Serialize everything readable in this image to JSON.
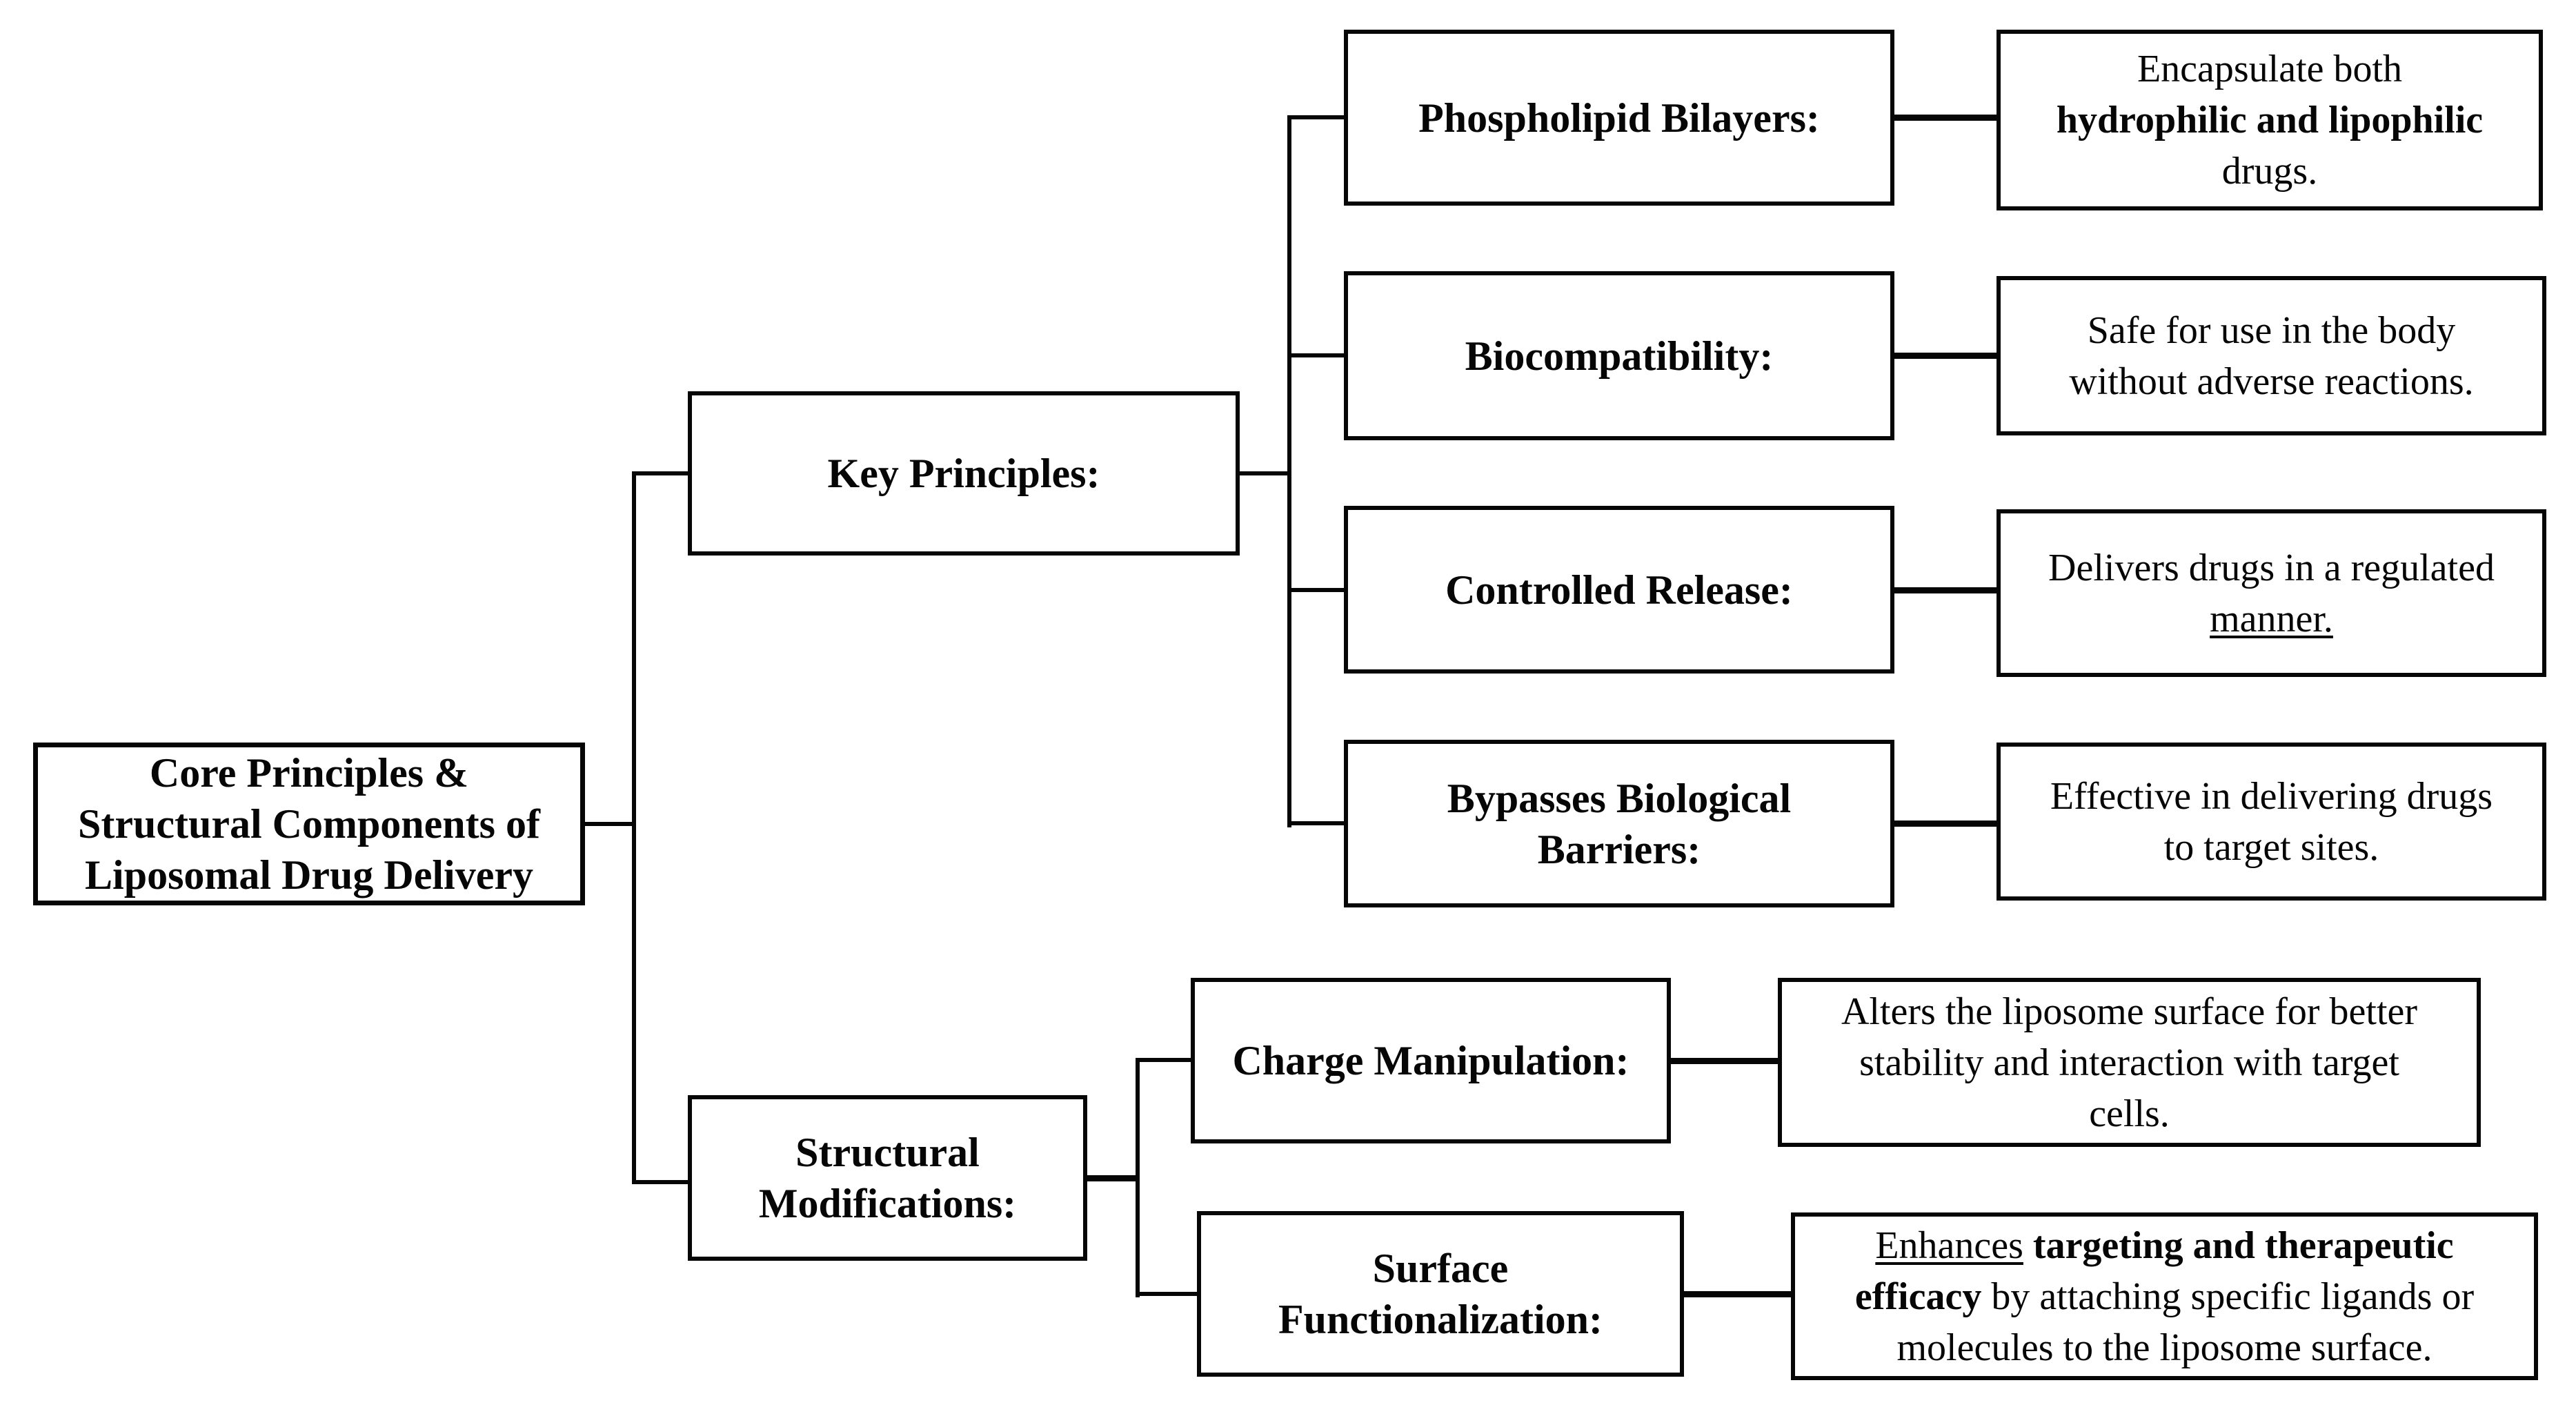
{
  "colors": {
    "ink": "#060606",
    "background": "#ffffff"
  },
  "diagram": {
    "root": {
      "lines": [
        "Core Principles &",
        "Structural Components of",
        "Liposomal Drug Delivery"
      ]
    },
    "branches": {
      "key_principles": {
        "lines": [
          "Key Principles:"
        ]
      },
      "structural_modifications": {
        "lines": [
          "Structural",
          "Modifications:"
        ]
      }
    },
    "key_principles_items": [
      {
        "label_lines": [
          "Phospholipid Bilayers:"
        ],
        "desc_lines": [
          [
            {
              "t": "Encapsulate both"
            }
          ],
          [
            {
              "t": "hydrophilic and lipophilic",
              "b": true
            }
          ],
          [
            {
              "t": "drugs."
            }
          ]
        ]
      },
      {
        "label_lines": [
          "Biocompatibility:"
        ],
        "desc_lines": [
          [
            {
              "t": "Safe for use in the body"
            }
          ],
          [
            {
              "t": "without adverse reactions."
            }
          ]
        ]
      },
      {
        "label_lines": [
          "Controlled Release:"
        ],
        "desc_lines": [
          [
            {
              "t": "Delivers drugs in a regulated"
            }
          ],
          [
            {
              "t": "manner.",
              "u": true
            }
          ]
        ]
      },
      {
        "label_lines": [
          "Bypasses Biological",
          "Barriers:"
        ],
        "desc_lines": [
          [
            {
              "t": "Effective in delivering drugs"
            }
          ],
          [
            {
              "t": "to target sites."
            }
          ]
        ]
      }
    ],
    "structural_modifications_items": [
      {
        "label_lines": [
          "Charge Manipulation:"
        ],
        "desc_lines": [
          [
            {
              "t": "Alters the liposome surface for better"
            }
          ],
          [
            {
              "t": "stability and interaction with target"
            }
          ],
          [
            {
              "t": "cells."
            }
          ]
        ]
      },
      {
        "label_lines": [
          "Surface",
          "Functionalization:"
        ],
        "desc_lines": [
          [
            {
              "t": "Enhances",
              "u": true
            },
            {
              "t": " "
            },
            {
              "t": "targeting and therapeutic",
              "b": true
            }
          ],
          [
            {
              "t": "efficacy",
              "b": true
            },
            {
              "t": " by attaching specific ligands or"
            }
          ],
          [
            {
              "t": "molecules to the liposome surface."
            }
          ]
        ]
      }
    ]
  }
}
